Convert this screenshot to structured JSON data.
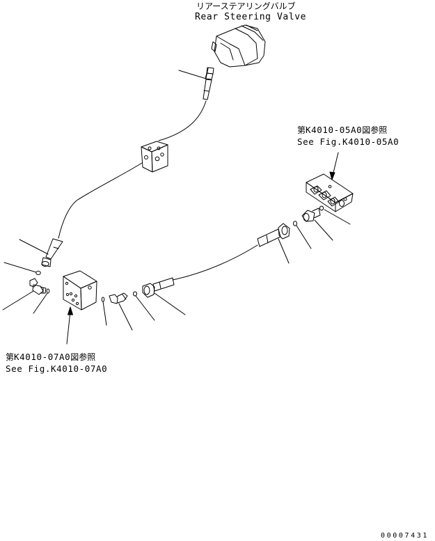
{
  "title_jp": "リアーステアリングバルブ",
  "title_en": "Rear Steering Valve",
  "ref_right": {
    "jp_prefix": "第",
    "code": "K4010-05A0",
    "jp_suffix": "図参照",
    "en": "See Fig.K4010-05A0"
  },
  "ref_left": {
    "jp_prefix": "第",
    "code": "K4010-07A0",
    "jp_suffix": "図参照",
    "en": "See Fig.K4010-07A0"
  },
  "drawing_id": "00007431"
}
